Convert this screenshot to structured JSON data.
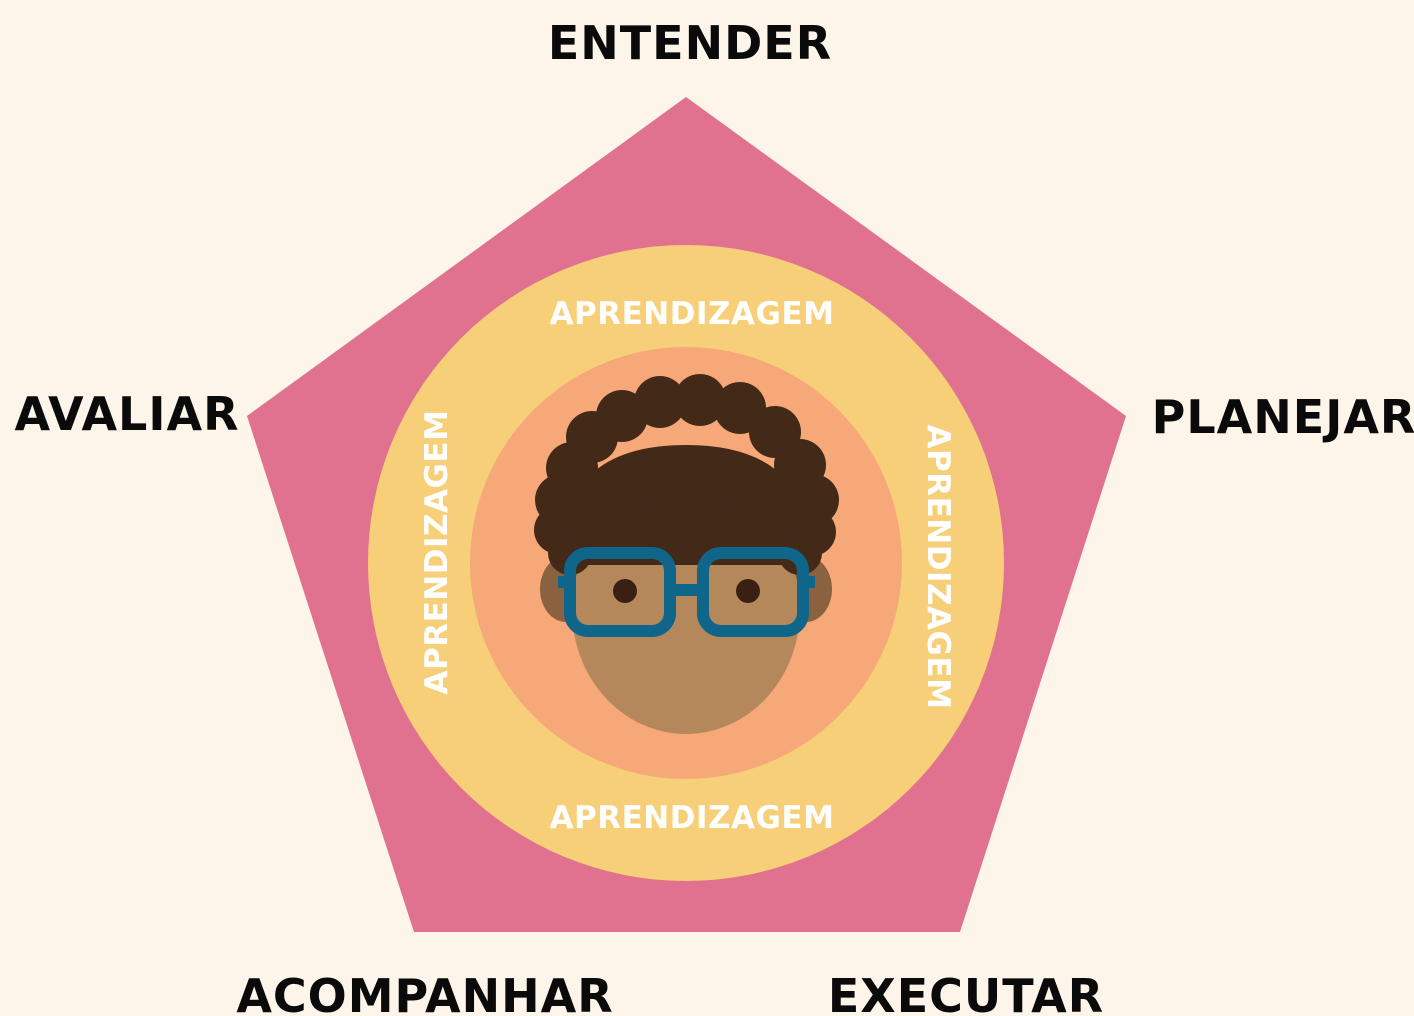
{
  "vertices": {
    "top": "ENTENDER",
    "right": "PLANEJAR",
    "bottom_right": "EXECUTAR",
    "bottom_left": "ACOMPANHAR",
    "left": "AVALIAR"
  },
  "ring": {
    "top": "APRENDIZAGEM",
    "bottom": "APRENDIZAGEM",
    "left": "APRENDIZAGEM",
    "right": "APRENDIZAGEM"
  },
  "colors": {
    "background": "#fdf5ea",
    "pentagon": "#e0728f",
    "outer_circle": "#f7cf78",
    "inner_circle": "#f6a878",
    "skin": "#b5885b",
    "skin_dark": "#8a6240",
    "hair": "#432918",
    "glasses": "#10658b",
    "eyes": "#3a2012"
  },
  "icons": {
    "center": "student-with-glasses-icon"
  }
}
